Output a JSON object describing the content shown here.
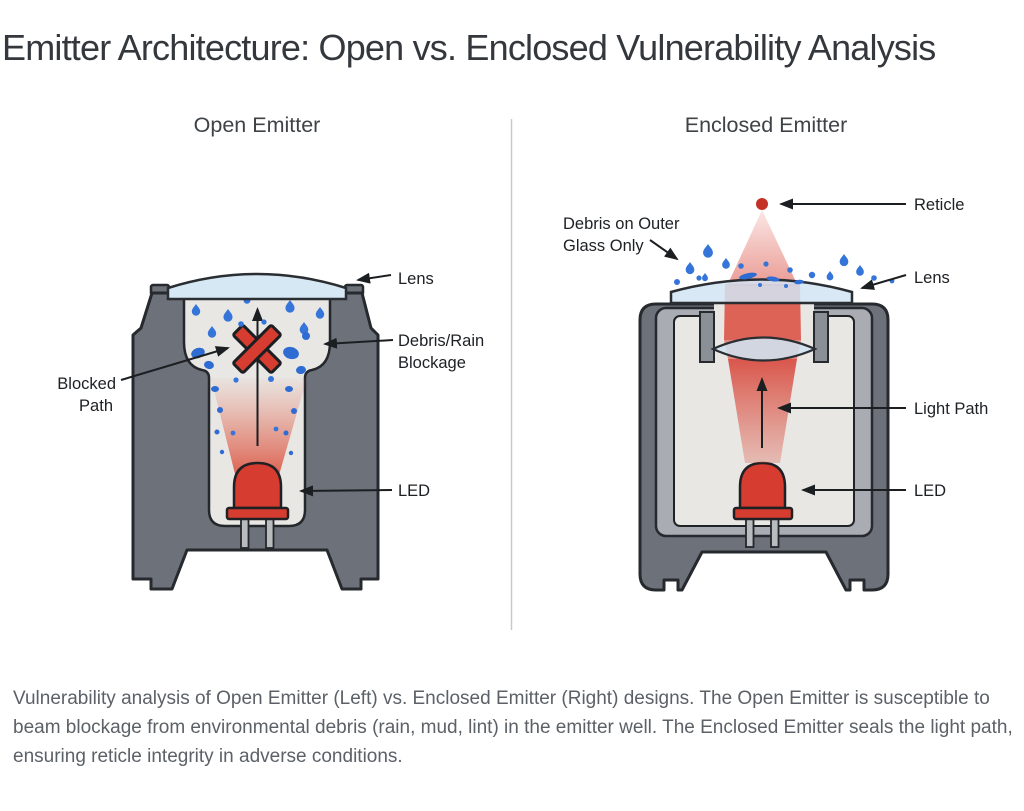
{
  "header": {
    "title": "Emitter Architecture: Open vs. Enclosed Vulnerability Analysis"
  },
  "figure": {
    "left_panel": {
      "title": "Open Emitter",
      "labels": {
        "lens": "Lens",
        "debris_line1": "Debris/Rain",
        "debris_line2": "Blockage",
        "blocked_line1": "Blocked",
        "blocked_line2": "Path",
        "led": "LED"
      }
    },
    "right_panel": {
      "title": "Enclosed Emitter",
      "labels": {
        "reticle": "Reticle",
        "lens": "Lens",
        "debris_line1": "Debris on Outer",
        "debris_line2": "Glass Only",
        "light_path": "Light Path",
        "led": "LED"
      }
    }
  },
  "caption": {
    "text": "Vulnerability analysis of Open Emitter (Left) vs. Enclosed Emitter (Right) designs. The Open Emitter is susceptible to beam blockage from environmental debris (rain, mud, lint) in the emitter well. The Enclosed Emitter seals the light path, ensuring reticle integrity in adverse conditions."
  },
  "colors": {
    "accent_red": "#d63c2f",
    "debris_blue": "#3575d9",
    "housing_gray": "#6d7179",
    "caption_gray": "#5c6167"
  }
}
